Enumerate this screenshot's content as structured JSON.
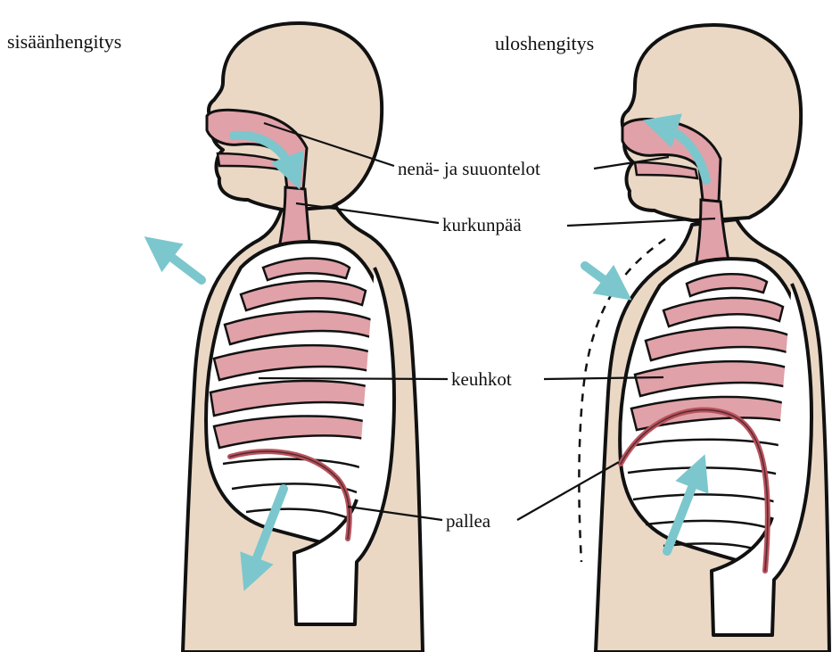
{
  "titles": {
    "inhale": "sisäänhengitys",
    "exhale": "uloshengitys"
  },
  "labels": {
    "nasal_oral": "nenä- ja suuontelot",
    "larynx": "kurkunpää",
    "lungs": "keuhkot",
    "diaphragm": "pallea"
  },
  "colors": {
    "skin": "#ead8c5",
    "organ": "#e0a1a8",
    "bone": "#ffffff",
    "outline": "#111111",
    "arrow": "#7cc7cd",
    "diaphragm": "#b9525d"
  },
  "icons": {
    "airflow": "airflow-arrow-icon",
    "chest_movement": "chest-movement-arrow-icon",
    "diaphragm_movement": "diaphragm-movement-arrow-icon"
  }
}
